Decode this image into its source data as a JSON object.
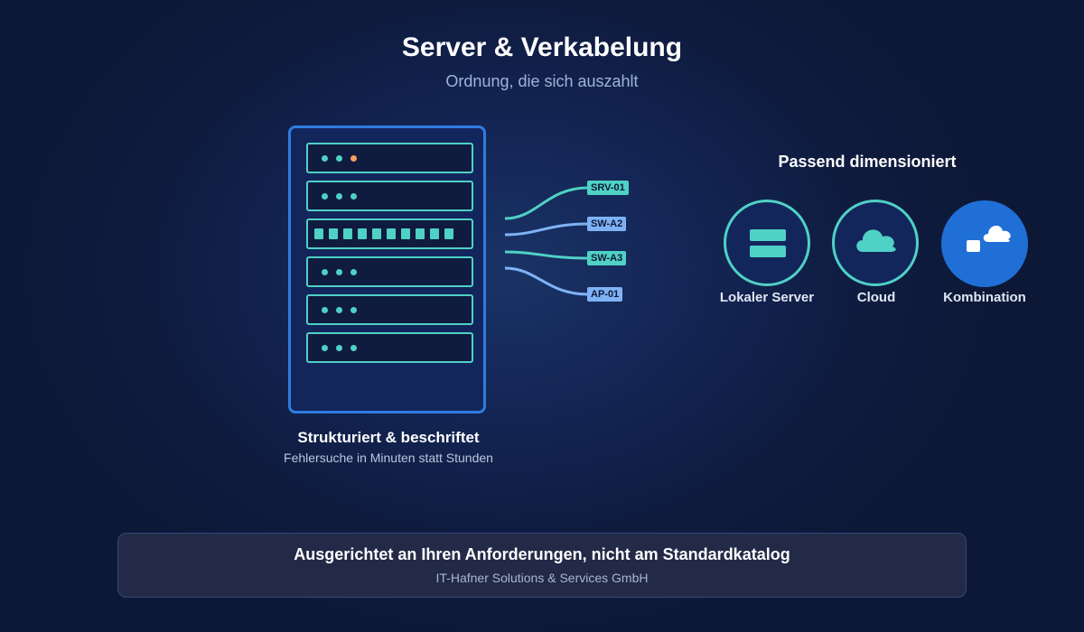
{
  "header": {
    "title": "Server & Verkabelung",
    "subtitle": "Ordnung, die sich auszahlt"
  },
  "rack": {
    "title": "Strukturiert & beschriftet",
    "subtitle": "Fehlersuche in Minuten statt Stunden"
  },
  "cables": [
    {
      "label": "SRV-01",
      "color": "#4fd1c5"
    },
    {
      "label": "SW-A2",
      "color": "#7fb2f5"
    },
    {
      "label": "SW-A3",
      "color": "#4fd1c5"
    },
    {
      "label": "AP-01",
      "color": "#7fb2f5"
    }
  ],
  "options": {
    "title": "Passend dimensioniert",
    "items": [
      {
        "label": "Lokaler Server",
        "icon": "server-icon"
      },
      {
        "label": "Cloud",
        "icon": "cloud-icon"
      },
      {
        "label": "Kombination",
        "icon": "hybrid-icon"
      }
    ]
  },
  "banner": {
    "title": "Ausgerichtet an Ihren Anforderungen, nicht am Standardkatalog",
    "subtitle": "IT-Hafner Solutions & Services GmbH"
  },
  "colors": {
    "accent_teal": "#4fd1c5",
    "accent_blue": "#2f7ce0",
    "status_orange": "#f0a25a"
  }
}
